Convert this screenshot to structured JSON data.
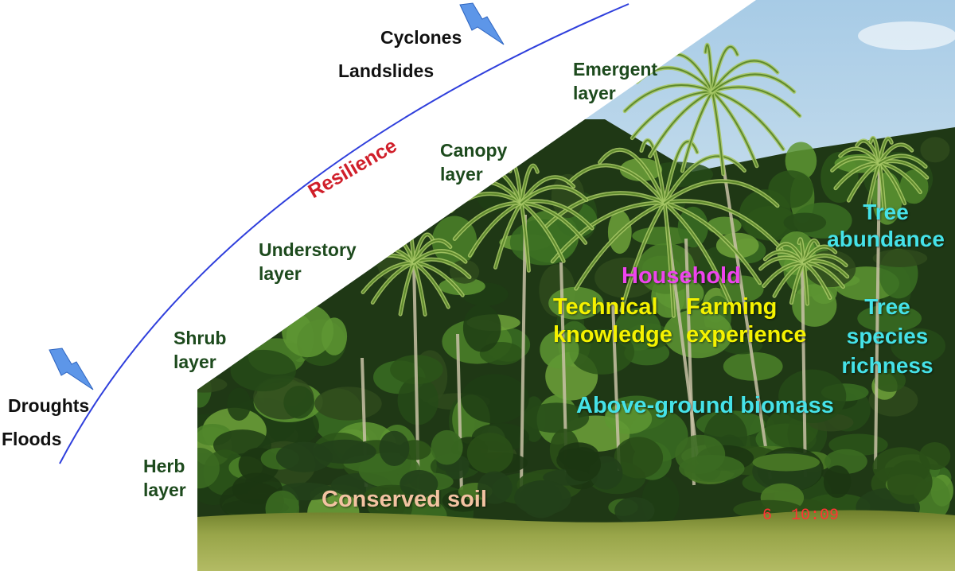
{
  "figure": {
    "hazards": {
      "cyclones": "Cyclones",
      "landslides": "Landslides",
      "droughts": "Droughts",
      "floods": "Floods"
    },
    "resilience": "Resilience",
    "layers": {
      "emergent": [
        "Emergent",
        "layer"
      ],
      "canopy": [
        "Canopy",
        "layer"
      ],
      "understory": [
        "Understory",
        "layer"
      ],
      "shrub": [
        "Shrub",
        "layer"
      ],
      "herb": [
        "Herb",
        "layer"
      ]
    },
    "household": {
      "title": "Household",
      "technical_knowledge": [
        "Technical",
        "knowledge"
      ],
      "farming_experience": [
        "Farming",
        "experience"
      ]
    },
    "trees": {
      "abundance": [
        "Tree",
        "abundance"
      ],
      "species_richness": [
        "Tree",
        "species",
        "richness"
      ],
      "biomass": "Above-ground biomass"
    },
    "soil": "Conserved soil",
    "photo_timestamp": "6 10:09"
  },
  "icons": {
    "hazard_marker": "lightning-icon"
  },
  "colors": {
    "hazard_text": "#111111",
    "layer_text": "#1d4a1d",
    "resilience": "#d01f2a",
    "resilience_curve": "#2f3fdc",
    "household": "#ee44ee",
    "household_factors": "#f5f200",
    "tree_factors": "#45e2e8",
    "soil": "#f3c3a2",
    "timestamp": "#ff3333",
    "lightning": "#5d96e8"
  }
}
